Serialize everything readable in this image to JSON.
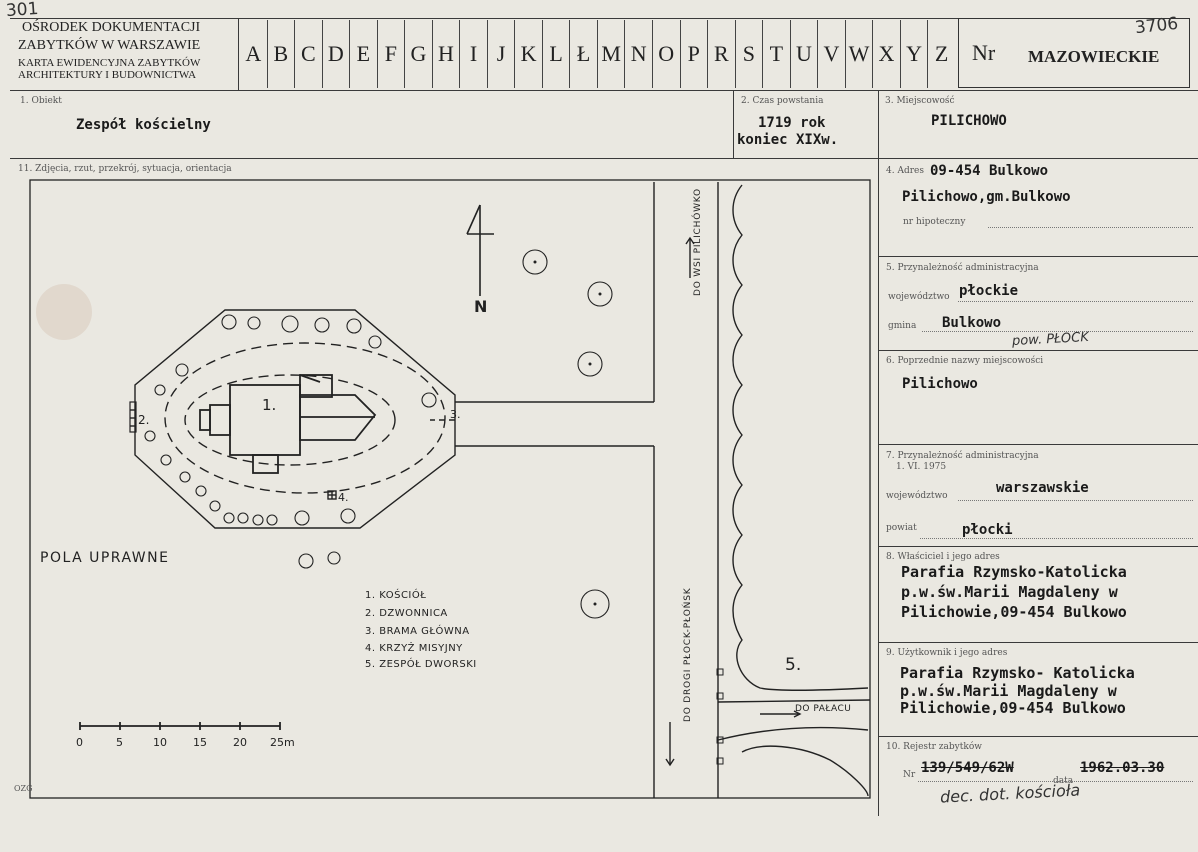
{
  "corner": {
    "number": "301",
    "right_number": "3706"
  },
  "header": {
    "org_line1": "OŚRODEK DOKUMENTACJI",
    "org_line2": "ZABYTKÓW w WARSZAWIE",
    "org_line3": "KARTA EWIDENCYJNA ZABYTKÓW",
    "org_line4": "ARCHITEKTURY I BUDOWNICTWA",
    "letters": [
      "A",
      "B",
      "C",
      "D",
      "E",
      "F",
      "G",
      "H",
      "I",
      "J",
      "K",
      "L",
      "Ł",
      "M",
      "N",
      "O",
      "P",
      "R",
      "S",
      "T",
      "U",
      "V",
      "W",
      "X",
      "Y",
      "Z"
    ],
    "nr_label": "Nr",
    "region": "MAZOWIECKIE"
  },
  "fields": {
    "f1_label": "1. Obiekt",
    "f1_value": "Zespół kościelny",
    "f2_label": "2. Czas powstania",
    "f2_value1": "1719 rok",
    "f2_value2": "koniec XIXw.",
    "f3_label": "3. Miejscowość",
    "f3_value": "PILICHOWO",
    "f11_label": "11. Zdjęcia, rzut, przekrój, sytuacja, orientacja",
    "f4_label": "4. Adres",
    "f4_value1": "09-454 Bulkowo",
    "f4_value2": "Pilichowo,gm.Bulkowo",
    "f4_sub": "nr hipoteczny",
    "f5_label": "5. Przynależność administracyjna",
    "f5_woj_label": "województwo",
    "f5_woj_value": "płockie",
    "f5_gmina_label": "gmina",
    "f5_gmina_value": "Bulkowo",
    "f5_hand": "pow. PŁOCK",
    "f6_label": "6. Poprzednie nazwy miejscowości",
    "f6_value": "Pilichowo",
    "f7_label": "7. Przynależność administracyjna",
    "f7_date": "1. VI. 1975",
    "f7_woj_label": "województwo",
    "f7_woj_value": "warszawskie",
    "f7_powiat_label": "powiat",
    "f7_powiat_value": "płocki",
    "f8_label": "8. Właściciel i jego adres",
    "f8_value1": "Parafia Rzymsko-Katolicka",
    "f8_value2": "p.w.św.Marii Magdaleny w",
    "f8_value3": "Pilichowie,09-454 Bulkowo",
    "f9_label": "9. Użytkownik i jego adres",
    "f9_value1": "Parafia Rzymsko- Katolicka",
    "f9_value2": "p.w.św.Marii Magdaleny w",
    "f9_value3": "Pilichowie,09-454 Bulkowo",
    "f10_label": "10. Rejestr zabytków",
    "f10_nr_label": "Nr",
    "f10_nr": "139/549/62W",
    "f10_data_label": "data",
    "f10_date": "1962.03.30",
    "f10_hand": "dec. dot. kościoła"
  },
  "plan": {
    "north": "N",
    "road_top": "DO WSI PILICHÓWKO",
    "road_bottom": "DO DROGI PŁOCK-PŁOŃSK",
    "to_palace": "DO PAŁACU",
    "fields_label": "POLA UPRAWNE",
    "num_church": "1.",
    "num_belfry": "2.",
    "num_gate": "3.",
    "num_cross": "4.",
    "num_manor": "5.",
    "legend": [
      "1. KOŚCIÓŁ",
      "2. DZWONNICA",
      "3. BRAMA GŁÓWNA",
      "4. KRZYŻ MISYJNY",
      "5. ZESPÓŁ DWORSKI"
    ],
    "scale_ticks": [
      "0",
      "5",
      "10",
      "15",
      "20",
      "25m"
    ]
  },
  "footer": {
    "code": "OZG"
  }
}
